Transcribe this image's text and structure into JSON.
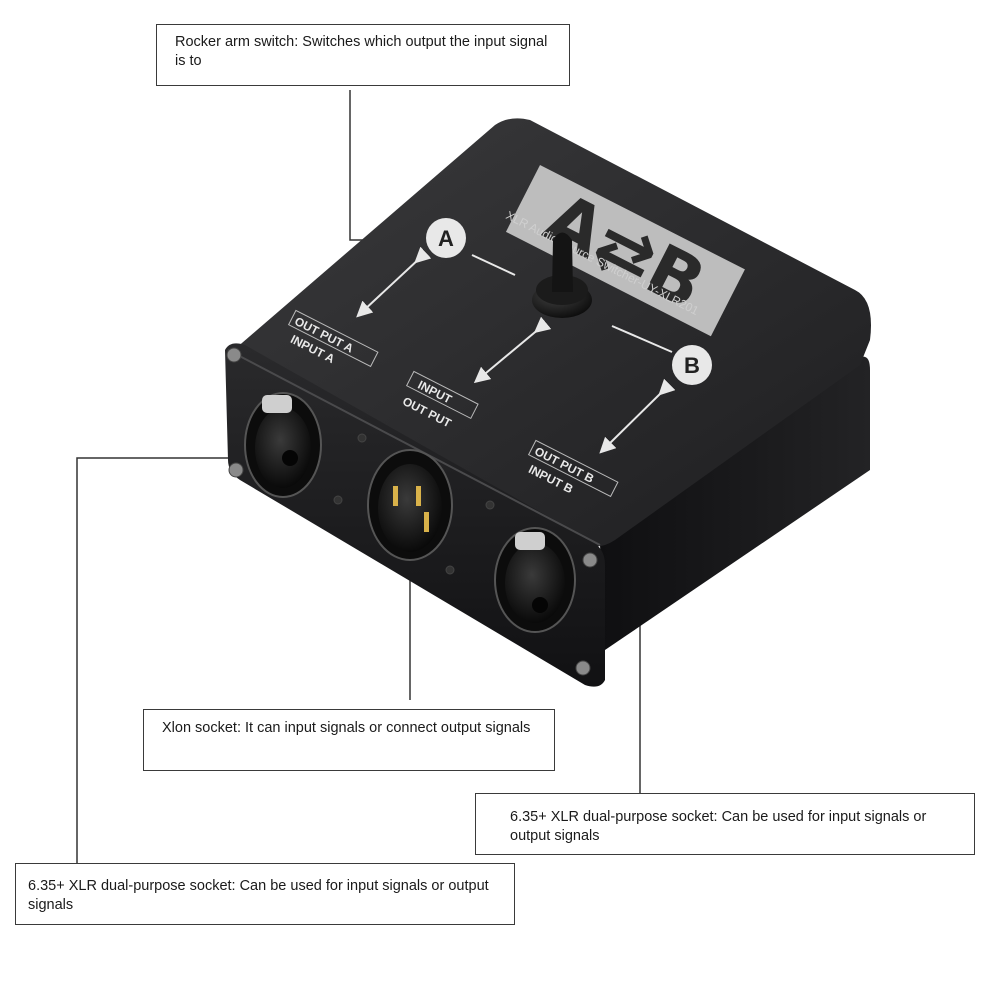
{
  "callouts": {
    "toggle": "Rocker arm switch: Switches which output the input signal is to",
    "xlr": "Xlon socket: It can input signals or connect output signals",
    "combo_right": "6.35+ XLR dual-purpose socket: Can be used for input signals or output signals",
    "combo_left": "6.35+ XLR dual-purpose socket: Can be used for input signals or output signals"
  },
  "device": {
    "logo": "A⇄B",
    "model_text": "XLR Audio Source Switcher-UY-XLR201",
    "port_a": "A",
    "port_b": "B",
    "label_out_a": "OUT PUT A",
    "label_in_a": "INPUT A",
    "label_input": "INPUT",
    "label_output": "OUT PUT",
    "label_out_b": "OUT PUT B",
    "label_in_b": "INPUT B"
  },
  "colors": {
    "background": "#ffffff",
    "device_body": "#1c1c1e",
    "device_top": "#2a2a2c",
    "labels": "#e8e8e8",
    "logo_plate": "#bdbdbd",
    "callout_border": "#3a3a3a"
  }
}
